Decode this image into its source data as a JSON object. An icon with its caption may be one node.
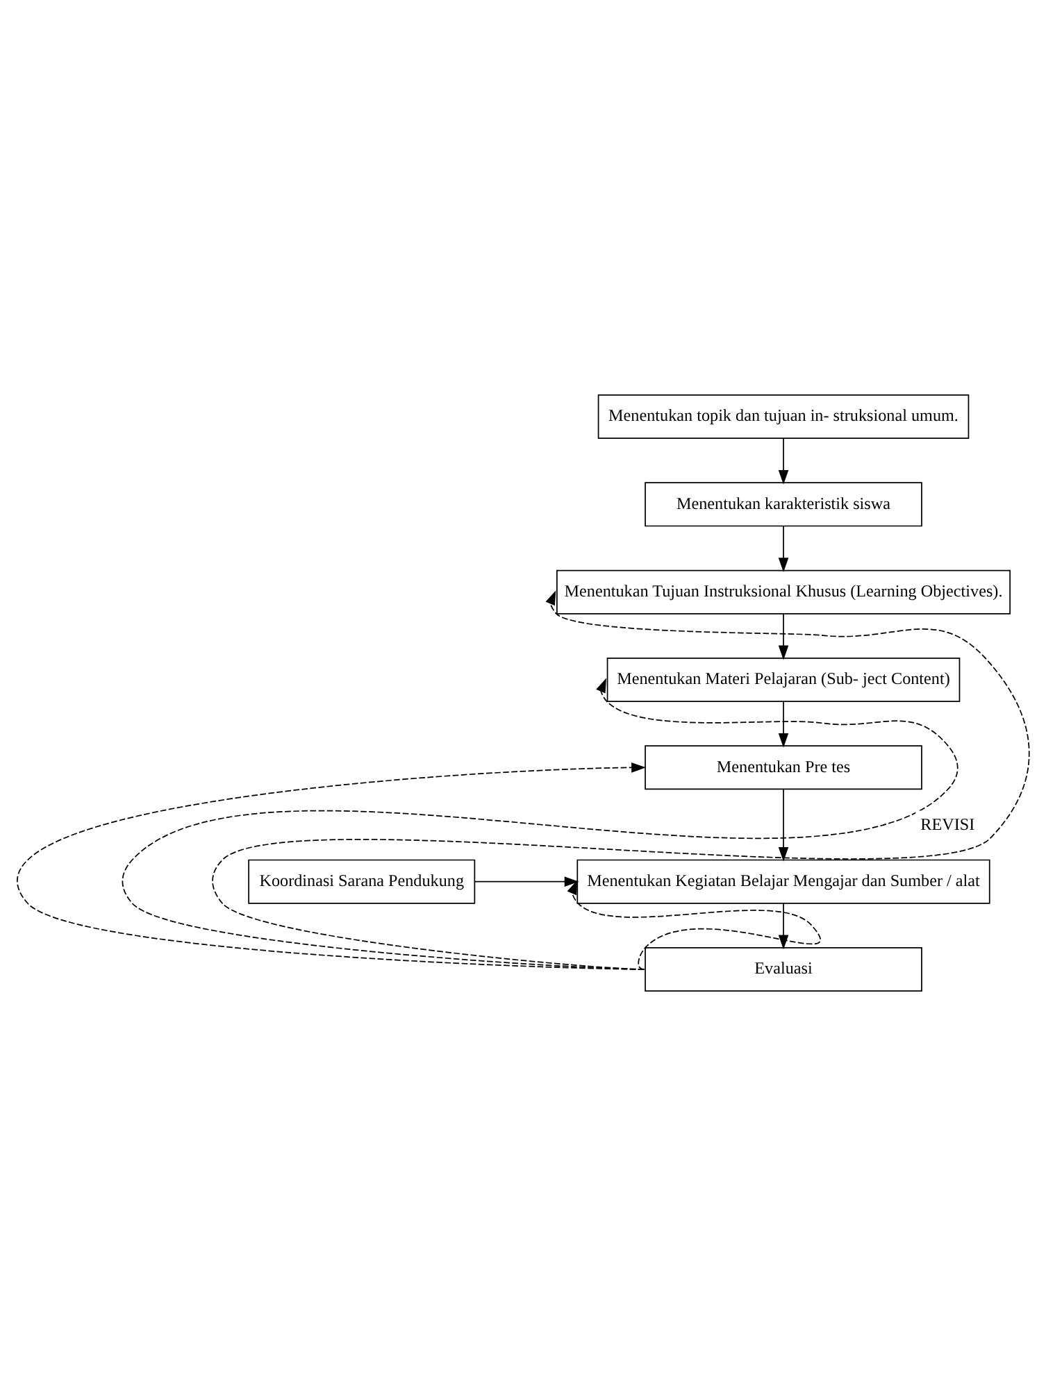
{
  "diagram": {
    "nodes": [
      {
        "text": [
          "Menentukan topik dan tujuan in- struksional umum."
        ]
      },
      {
        "text": [
          "Menentukan karakteristik siswa"
        ]
      },
      {
        "text": [
          "Menentukan Tujuan Instruksional Khusus (Learning Objectives)."
        ]
      },
      {
        "text": [
          "Menentukan Materi Pelajaran (Sub- ject Content)"
        ]
      },
      {
        "text": [
          "Menentukan Pre tes"
        ]
      },
      {
        "text": [
          "Menentukan Kegiatan Belajar Mengajar dan Sumber / alat"
        ]
      },
      {
        "text": [
          "Koordinasi Sarana Pendukung"
        ]
      },
      {
        "text": [
          "Evaluasi"
        ]
      }
    ],
    "edges": [
      {
        "from": 0,
        "to": 1,
        "arrow": "to"
      },
      {
        "from": 1,
        "to": 2,
        "arrow": "to"
      },
      {
        "from": 2,
        "to": 3,
        "arrow": "to"
      },
      {
        "from": 3,
        "to": 4,
        "arrow": "to"
      },
      {
        "from": 4,
        "to": 5,
        "arrow": "to"
      },
      {
        "from": 6,
        "to": 5,
        "arrow": "to"
      },
      {
        "from": 5,
        "to": 7,
        "arrow": "to"
      },
      {
        "from": 7,
        "to": 2,
        "arrow": "to",
        "style": "dashed"
      },
      {
        "from": 7,
        "to": 3,
        "arrow": "to",
        "style": "dashed",
        "label": "REVISI"
      },
      {
        "from": 7,
        "to": 4,
        "arrow": "to",
        "style": "dashed"
      },
      {
        "from": 7,
        "to": 5,
        "arrow": "to",
        "style": "dashed"
      }
    ]
  }
}
